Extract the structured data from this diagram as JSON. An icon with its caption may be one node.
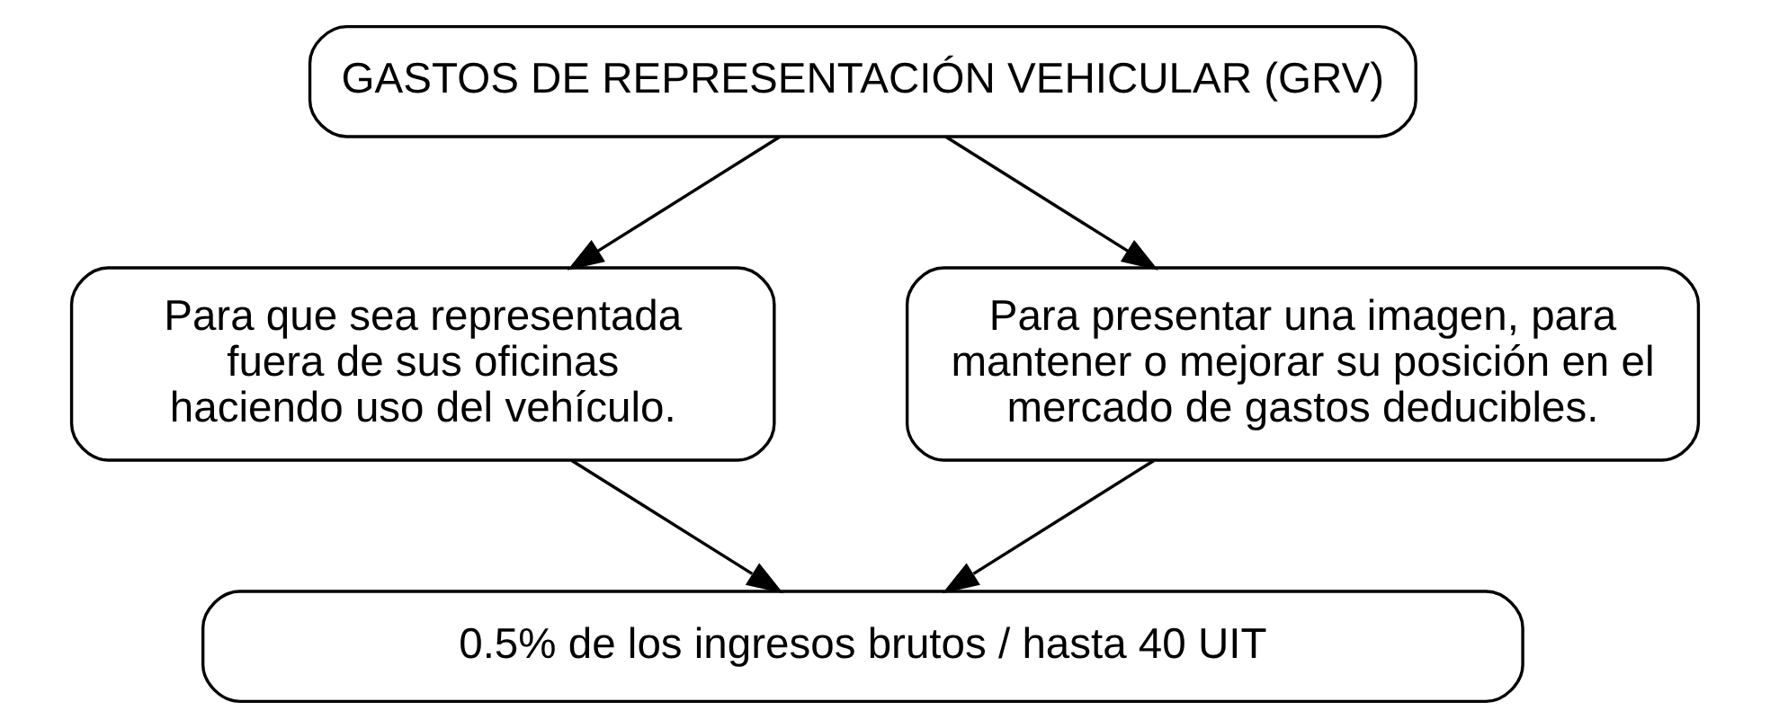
{
  "diagram": {
    "nodes": [
      {
        "text": [
          "GASTOS DE REPRESENTACIÓN VEHICULAR (GRV)"
        ]
      },
      {
        "text": [
          "Para que sea representada fuera de sus oficinas haciendo uso del vehículo."
        ]
      },
      {
        "text": [
          "Para presentar una imagen, para mantener o mejorar su posición en el mercado de gastos deducibles."
        ]
      },
      {
        "text": [
          "0.5% de los ingresos brutos / hasta 40 UIT"
        ]
      }
    ],
    "edges": [
      {
        "from": 0,
        "to": 1,
        "arrow": "to"
      },
      {
        "from": 0,
        "to": 2,
        "arrow": "to"
      },
      {
        "from": 1,
        "to": 3,
        "arrow": "to"
      },
      {
        "from": 2,
        "to": 3,
        "arrow": "to"
      }
    ]
  }
}
